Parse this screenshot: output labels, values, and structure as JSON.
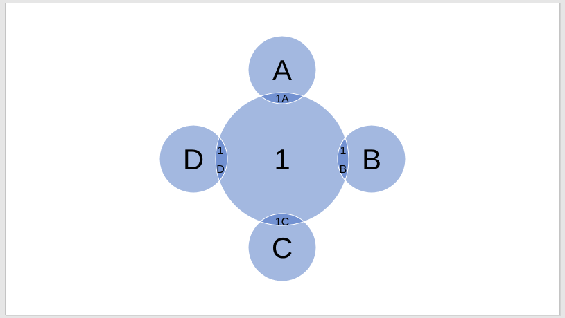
{
  "slide": {
    "background": "#ffffff",
    "border_color": "#c4c4c4"
  },
  "colors": {
    "circle_fill": "#a3b8e0",
    "overlap_fill": "#7392d2",
    "circle_stroke": "#ffffff",
    "text": "#000000"
  },
  "diagram": {
    "center": {
      "label": "1"
    },
    "satellites": [
      {
        "id": "A",
        "label": "A",
        "position": "top"
      },
      {
        "id": "B",
        "label": "B",
        "position": "right"
      },
      {
        "id": "C",
        "label": "C",
        "position": "bottom"
      },
      {
        "id": "D",
        "label": "D",
        "position": "left"
      }
    ],
    "overlaps": {
      "top": "1A",
      "right_line1": "1",
      "right_line2": "B",
      "bottom": "1C",
      "left_line1": "1",
      "left_line2": "D"
    }
  }
}
